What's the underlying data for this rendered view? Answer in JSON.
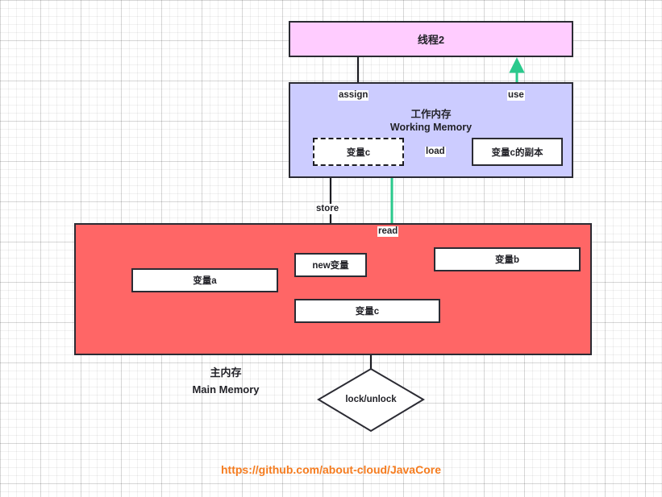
{
  "diagram": {
    "title": "Java Memory Model - Working Memory and Main Memory",
    "thread": {
      "label": "线程2"
    },
    "working_memory": {
      "title_cn": "工作内存",
      "title_en": "Working Memory",
      "variable_local": "变量c",
      "variable_copy": "变量c的副本"
    },
    "main_memory": {
      "title_cn": "主内存",
      "title_en": "Main Memory",
      "variables": [
        {
          "label": "变量a"
        },
        {
          "label": "new变量"
        },
        {
          "label": "变量c"
        },
        {
          "label": "变量b"
        }
      ]
    },
    "operations": {
      "assign": "assign",
      "use": "use",
      "load": "load",
      "store": "store",
      "read": "read",
      "lock_unlock": "lock/unlock"
    },
    "footer_url": "https://github.com/about-cloud/JavaCore",
    "colors": {
      "thread_fill": "#ffccff",
      "working_memory_fill": "#ccccff",
      "main_memory_fill": "#ff6666",
      "box_fill": "#ffffff",
      "stroke": "#2b2b33",
      "arrow_black": "#1c1c22",
      "arrow_green": "#2ac98c",
      "url_color": "#f57c1f"
    }
  }
}
